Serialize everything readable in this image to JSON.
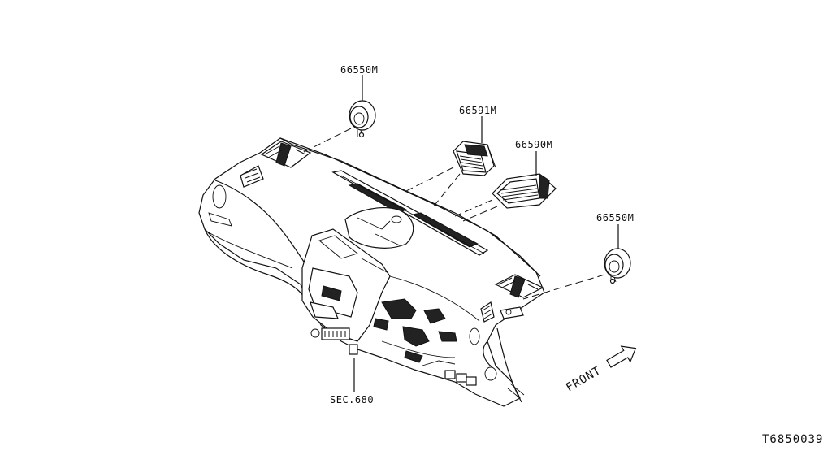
{
  "callouts": {
    "vent_side_left": "66550M",
    "vent_center_left": "66591M",
    "vent_center_right": "66590M",
    "vent_side_right": "66550M",
    "section_ref": "SEC.680"
  },
  "direction_label": "FRONT",
  "diagram_code": "T6850039"
}
